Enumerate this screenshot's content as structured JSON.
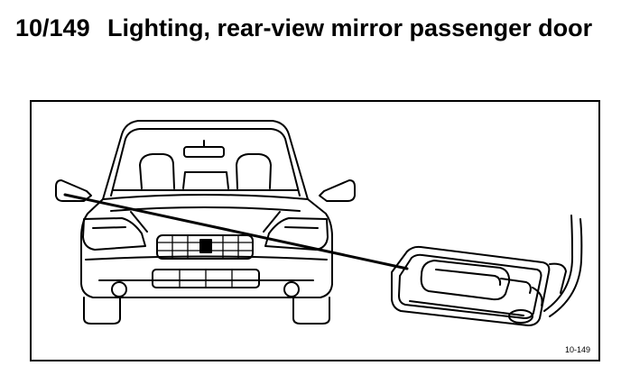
{
  "section": {
    "number": "10/149",
    "title": "Lighting, rear-view mirror passenger door"
  },
  "figure": {
    "reference": "10-149",
    "subject_icons": [
      "car-front-icon",
      "mirror-light-unit-icon"
    ]
  }
}
